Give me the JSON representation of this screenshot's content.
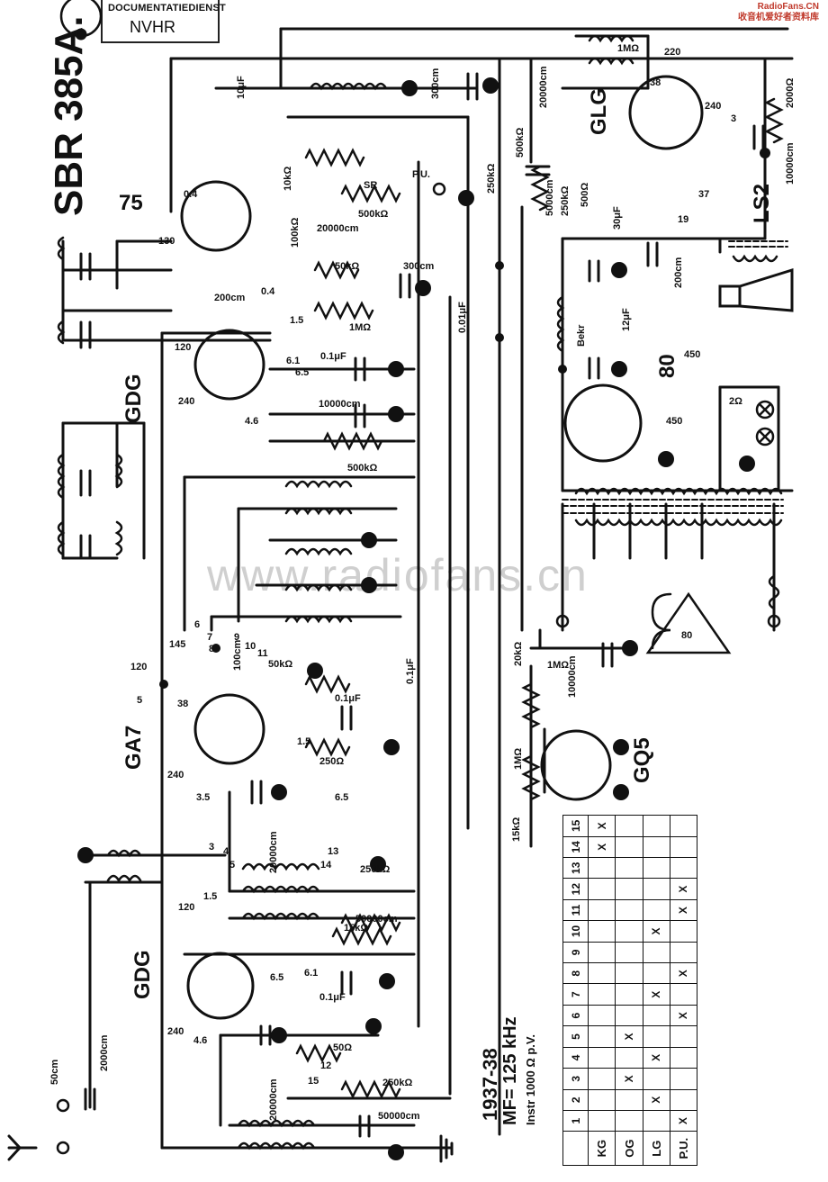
{
  "header": {
    "stamp_line1": "DOCUMENTATIEDIENST",
    "stamp_line2": "NVHR",
    "watermark_site": "RadioFans.CN",
    "watermark_cn": "收音机爱好者资料库",
    "watermark_center": "www.radiofans.cn"
  },
  "model": "SBR 385A.",
  "tubes": {
    "t75": "75",
    "glg": "GLG",
    "gdg_top": "GDG",
    "ga7": "GA7",
    "gdg_bottom": "GDG",
    "gq5": "GQ5",
    "t80": "80",
    "ls2": "LS2"
  },
  "circles": [
    "220",
    "240",
    "130",
    "120",
    "240",
    "6.5",
    "145",
    "120",
    "240",
    "6.5",
    "120",
    "240",
    "6.5",
    "450",
    "450",
    "19"
  ],
  "boxes": [
    "0.4",
    "0.4",
    "1.5",
    "6.1",
    "4.6",
    "38",
    "3",
    "37",
    "5",
    "38",
    "3.5",
    "1.5",
    "1.5",
    "6.1",
    "4.6"
  ],
  "components": {
    "c10uf": "10μF",
    "c300cm_top": "300cm",
    "c20000cm_top": "20000cm",
    "r500ka_top": "500kΩ",
    "r1mohm": "1MΩ",
    "r2000": "2000Ω",
    "c10000cm_ls": "10000cm",
    "r250ka_top": "250kΩ",
    "c5000cm": "5000cm",
    "r250ka": "250kΩ",
    "r500": "500Ω",
    "c30uf": "30μF",
    "c200cm_a": "200cm",
    "r10ka": "10kΩ",
    "r100ka": "100kΩ",
    "r500ka_pu": "500kΩ",
    "c20000cm_b": "20000cm",
    "r50ka": "50kΩ",
    "c300cm_b": "300cm",
    "c001uf": "0.01μF",
    "c200cm_b": "200cm",
    "r1m_b": "1MΩ",
    "c01uf_a": "0.1μF",
    "c10000cm_a": "10000cm",
    "r500ka_c": "500kΩ",
    "bekr": "Bekr",
    "c12uf": "12μF",
    "r2o": "2Ω",
    "c01uf_b": "0.1μF",
    "c100cm": "100cm",
    "r50ka_b": "50kΩ",
    "c01uf_c": "0.1μF",
    "r250o": "250Ω",
    "r20ka": "20kΩ",
    "r1ma": "1MΩ",
    "c10000cm_b": "10000cm",
    "r15ka": "15kΩ",
    "r1mo": "1MΩ",
    "c20000cm_c": "20000cm",
    "r250ka_c": "250kΩ",
    "c50000cm_a": "50000cm",
    "r15ka_b": "15kΩ",
    "c01uf_d": "0.1μF",
    "c20000cm_d": "20000cm",
    "r50o": "50Ω",
    "r250ka_d": "250kΩ",
    "c50000cm_b": "50000cm",
    "c50cm": "50cm",
    "c2000cm": "2000cm",
    "pu": "P.U.",
    "sr": "SR"
  },
  "switch_numbers": [
    "6",
    "7",
    "8",
    "9",
    "10",
    "11",
    "3",
    "4",
    "5",
    "12",
    "13",
    "14",
    "15"
  ],
  "footer": {
    "year": "1937-38",
    "mf": "MF= 125 kHz",
    "instr": "Instr 1000 Ω p.V."
  },
  "switch_table": {
    "columns": [
      "1",
      "2",
      "3",
      "4",
      "5",
      "6",
      "7",
      "8",
      "9",
      "10",
      "11",
      "12",
      "13",
      "14",
      "15"
    ],
    "rows": [
      {
        "label": "KG",
        "marks": [
          "",
          "",
          "",
          "",
          "",
          "",
          "",
          "",
          "",
          "",
          "",
          "",
          "",
          "X",
          "X"
        ]
      },
      {
        "label": "OG",
        "marks": [
          "",
          "",
          "X",
          "",
          "X",
          "",
          "",
          "",
          "",
          "",
          "",
          "",
          "",
          "",
          ""
        ]
      },
      {
        "label": "LG",
        "marks": [
          "",
          "X",
          "",
          "X",
          "",
          "",
          "X",
          "",
          "",
          "X",
          "",
          "",
          "",
          "",
          ""
        ]
      },
      {
        "label": "P.U.",
        "marks": [
          "X",
          "",
          "",
          "",
          "",
          "X",
          "",
          "X",
          "",
          "",
          "X",
          "X",
          "",
          "",
          ""
        ]
      }
    ]
  },
  "fuse_symbol": "80"
}
